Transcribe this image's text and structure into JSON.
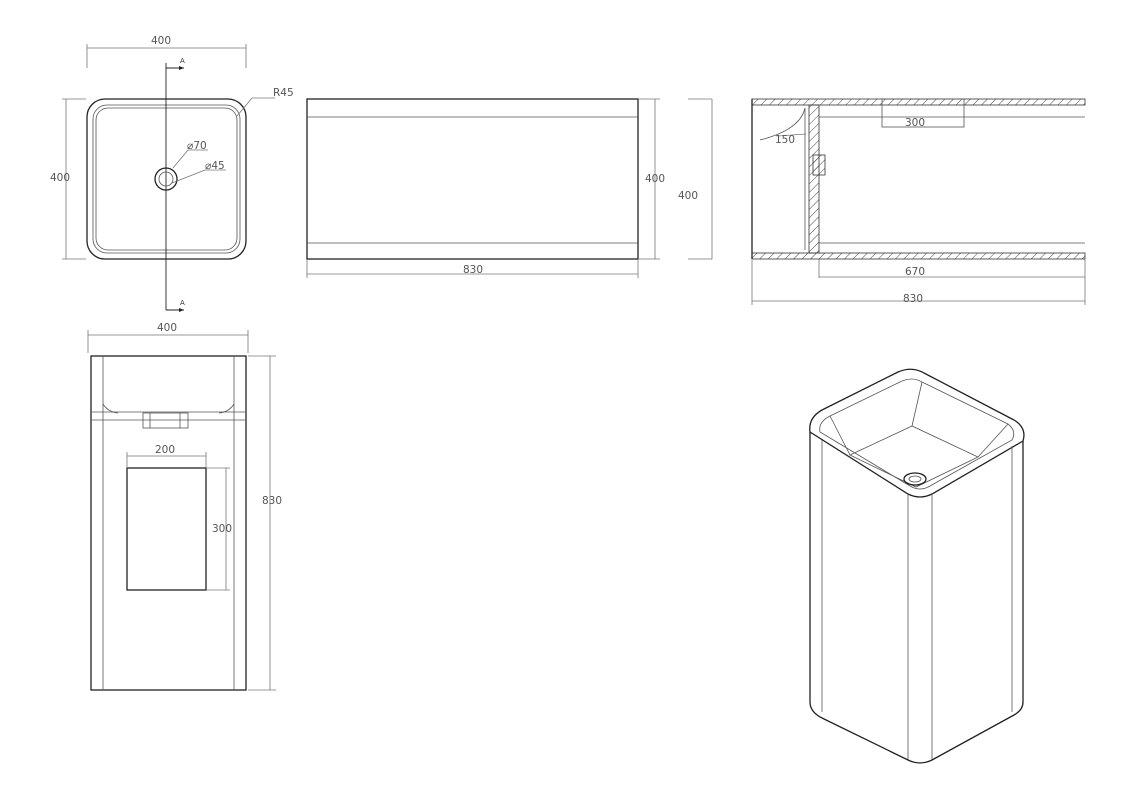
{
  "colors": {
    "line": "#222222",
    "dimension": "#777777",
    "text": "#555555",
    "background": "#ffffff"
  },
  "top_view": {
    "width_label": "400",
    "height_label": "400",
    "radius_label": "R45",
    "outer_dia_label": "⌀70",
    "inner_dia_label": "⌀45",
    "section_mark_top": "A",
    "section_mark_bottom": "A"
  },
  "side_view": {
    "length_label": "830",
    "height_label": "400"
  },
  "section_view": {
    "height_label": "400",
    "radius_label": "150",
    "slot_label": "300",
    "inner_length_label": "670",
    "total_length_label": "830"
  },
  "front_view": {
    "width_label": "400",
    "height_label": "830",
    "door_width_label": "200",
    "door_height_label": "300"
  }
}
